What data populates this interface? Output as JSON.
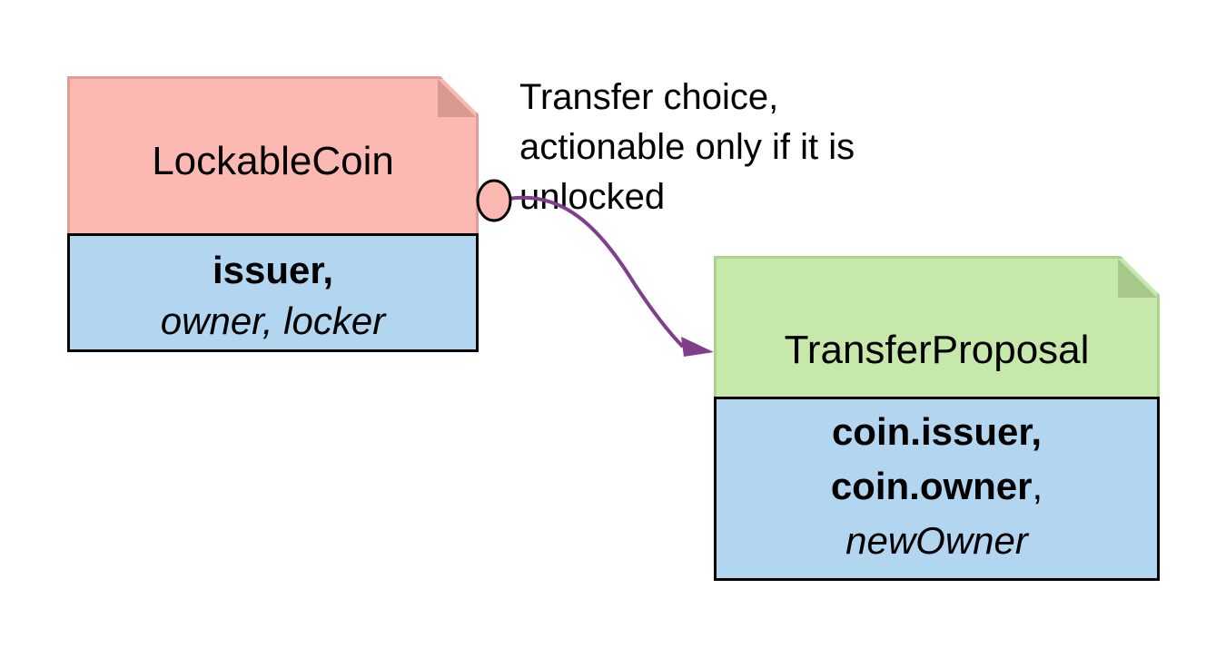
{
  "lockable_coin": {
    "title": "LockableCoin",
    "signatory": "issuer,",
    "observers": "owner, locker",
    "header_color": "#fcb9b2",
    "body_color": "#b2d5f0"
  },
  "transfer_proposal": {
    "title": "TransferProposal",
    "signatory_line_1": "coin.issuer,",
    "signatory_line_2": "coin.owner",
    "signatory_line_2_suffix": ",",
    "observer": "newOwner",
    "header_color": "#c7e8ab",
    "body_color": "#b2d5f0"
  },
  "choice_annotation": {
    "lines": [
      "Transfer choice,",
      "actionable only if it is",
      "unlocked"
    ]
  },
  "connector": {
    "color": "#7f3f8c",
    "icon": "choice-circle-icon"
  }
}
